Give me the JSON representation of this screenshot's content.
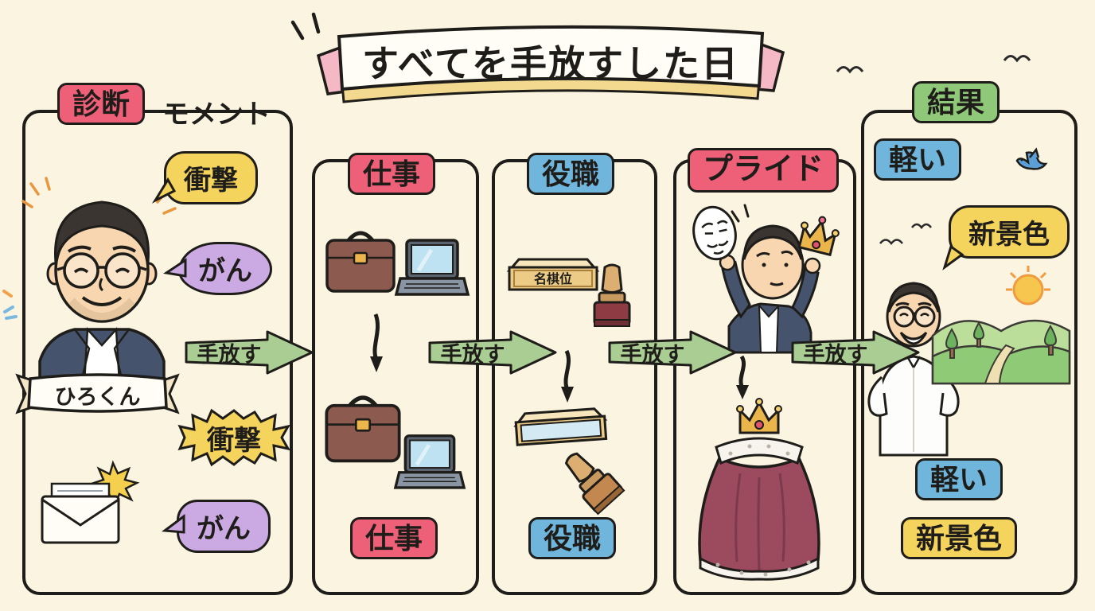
{
  "title": "すべてを手放すした日",
  "arrow_label": "手放す",
  "diagnosis": {
    "label": "診断",
    "suffix": "モメント",
    "shock_top": "衝撃",
    "cancer_top": "がん",
    "name": "ひろくん",
    "shock_bottom": "衝撃",
    "cancer_bottom": "がん"
  },
  "work": {
    "top": "仕事",
    "bottom": "仕事"
  },
  "position": {
    "top": "役職",
    "plate": "名棋位",
    "bottom": "役職"
  },
  "pride": {
    "top": "プライド"
  },
  "result": {
    "label": "結果",
    "light_top": "軽い",
    "view_top": "新景色",
    "light_bottom": "軽い",
    "view_bottom": "新景色"
  },
  "colors": {
    "bg": "#faf4e0",
    "ink": "#1f1d1a",
    "pink": "#ee5f78",
    "yellow": "#f5d45e",
    "purple": "#cbaae3",
    "blue": "#6fb5dc",
    "green": "#8fc878",
    "arrow": "#a9cd93"
  }
}
